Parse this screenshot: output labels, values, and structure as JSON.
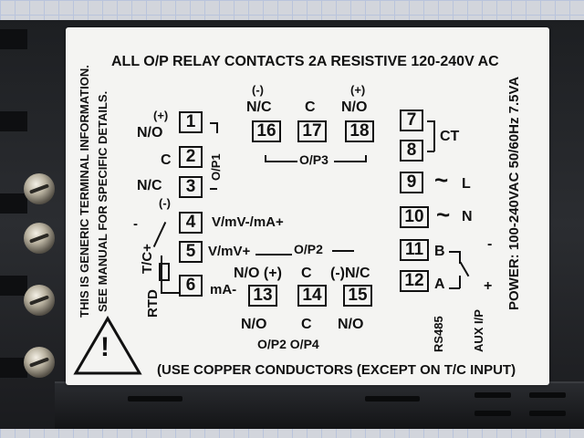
{
  "label": {
    "header": "ALL O/P RELAY CONTACTS  2A  RESISTIVE 120-240V AC",
    "side_note_line1": "THIS IS GENERIC TERMINAL INFORMATION.",
    "side_note_line2": "SEE MANUAL FOR SPECIFIC DETAILS.",
    "power": "POWER: 100-240VAC 50/60Hz 7.5VA",
    "footer": "(USE COPPER CONDUCTORS (EXCEPT ON T/C INPUT)",
    "warning_symbol": "!",
    "terminals": {
      "t1": "1",
      "t2": "2",
      "t3": "3",
      "t4": "4",
      "t5": "5",
      "t6": "6",
      "t7": "7",
      "t8": "8",
      "t9": "9",
      "t10": "10",
      "t11": "11",
      "t12": "12",
      "t13": "13",
      "t14": "14",
      "t15": "15",
      "t16": "16",
      "t17": "17",
      "t18": "18"
    },
    "labels": {
      "plus": "(+)",
      "minus": "(-)",
      "no": "N/O",
      "c": "C",
      "nc": "N/C",
      "op1": "O/P1",
      "op2": "O/P2",
      "op3": "O/P3",
      "op4": "O/P4",
      "ct": "CT",
      "l": "L",
      "n": "N",
      "tilde": "~",
      "b": "B",
      "a": "A",
      "dash": "-",
      "plain_plus": "+",
      "vmv_ma": "V/mV-/mA+",
      "vmv_plus": "V/mV+",
      "ma_minus": "mA-",
      "tc_plus": "T/C+",
      "tc_minus": "-",
      "rtd": "RTD",
      "rs485": "RS485",
      "aux": "AUX I/P",
      "no_plus": "N/O (+)",
      "minus_nc": "(-)N/C",
      "op2_op4": "O/P2 O/P4"
    }
  }
}
